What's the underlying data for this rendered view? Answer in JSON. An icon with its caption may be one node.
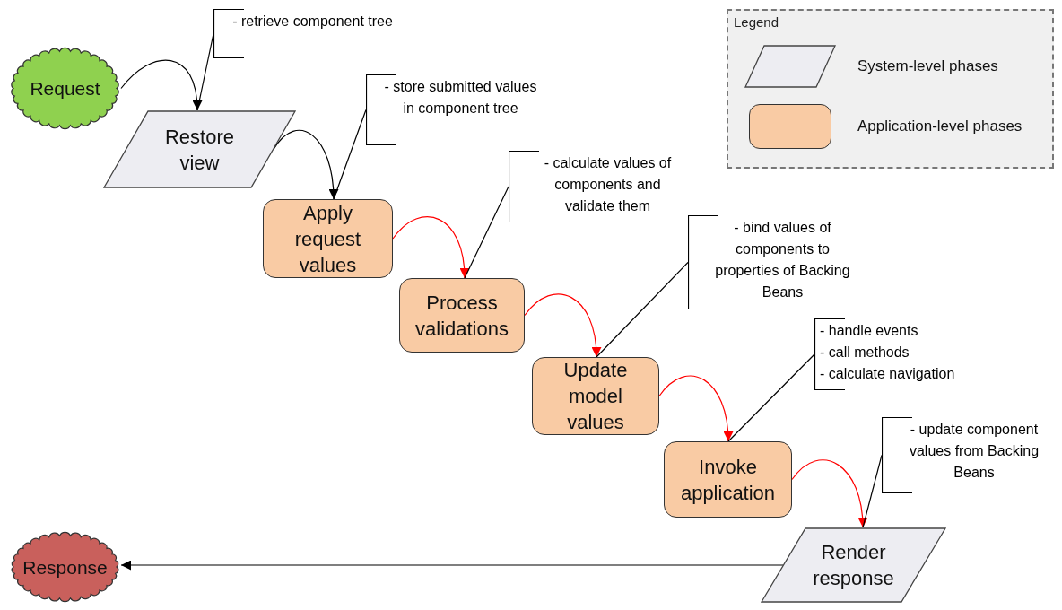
{
  "diagram": {
    "nodes": [
      {
        "text": [
          "Request"
        ]
      },
      {
        "text": [
          "Restore view"
        ]
      },
      {
        "text": [
          "Apply request values"
        ]
      },
      {
        "text": [
          "Process validations"
        ]
      },
      {
        "text": [
          "Update model values"
        ]
      },
      {
        "text": [
          "Invoke application"
        ]
      },
      {
        "text": [
          "Render response"
        ]
      },
      {
        "text": [
          "Response"
        ]
      },
      {
        "text": [
          "- retrieve component tree"
        ]
      },
      {
        "text": [
          "- store submitted values in component tree"
        ]
      },
      {
        "text": [
          "- calculate values of components and validate them"
        ]
      },
      {
        "text": [
          "- bind values of components to properties of Backing Beans"
        ]
      },
      {
        "text": [
          "- handle events",
          "- call methods",
          "- calculate navigation"
        ]
      },
      {
        "text": [
          "- update component values from Backing Beans"
        ]
      }
    ],
    "edges": [
      {
        "from": 0,
        "to": 1,
        "arrow": "to"
      },
      {
        "from": 1,
        "to": 2,
        "arrow": "to"
      },
      {
        "from": 2,
        "to": 3,
        "arrow": "to",
        "color": "#ff0000"
      },
      {
        "from": 3,
        "to": 4,
        "arrow": "to",
        "color": "#ff0000"
      },
      {
        "from": 4,
        "to": 5,
        "arrow": "to",
        "color": "#ff0000"
      },
      {
        "from": 5,
        "to": 6,
        "arrow": "to",
        "color": "#ff0000"
      },
      {
        "from": 6,
        "to": 7,
        "arrow": "to"
      },
      {
        "from": 8,
        "to": 1,
        "arrow": "none"
      },
      {
        "from": 9,
        "to": 2,
        "arrow": "none"
      },
      {
        "from": 10,
        "to": 3,
        "arrow": "none"
      },
      {
        "from": 11,
        "to": 4,
        "arrow": "none"
      },
      {
        "from": 12,
        "to": 5,
        "arrow": "none"
      },
      {
        "from": 13,
        "to": 6,
        "arrow": "none"
      }
    ],
    "labels": [
      "Legend"
    ],
    "legend": [
      {
        "text": "System-level phases"
      },
      {
        "text": "Application-level phases"
      }
    ]
  }
}
